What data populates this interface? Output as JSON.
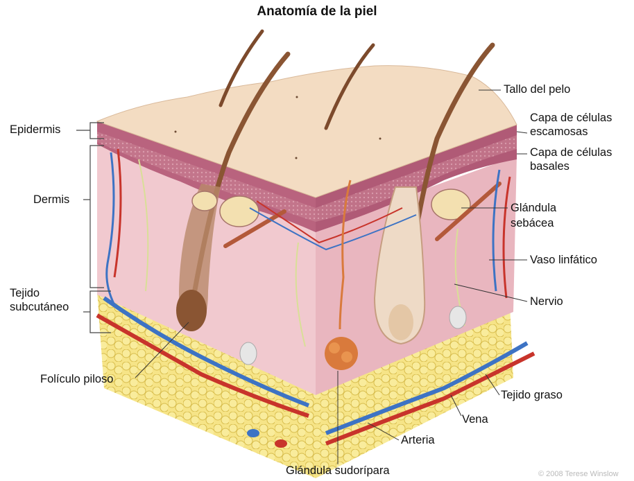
{
  "title": "Anatomía de la piel",
  "labels": {
    "epidermis": "Epidermis",
    "dermis": "Dermis",
    "subcutaneous_1": "Tejido",
    "subcutaneous_2": "subcutáneo",
    "hair_follicle": "Folículo piloso",
    "hair_shaft": "Tallo del pelo",
    "squamous_1": "Capa de células",
    "squamous_2": "escamosas",
    "basal_1": "Capa de células",
    "basal_2": "basales",
    "sebaceous_1": "Glándula",
    "sebaceous_2": "sebácea",
    "lymph_vessel": "Vaso linfático",
    "nerve": "Nervio",
    "fat_tissue": "Tejido graso",
    "vein": "Vena",
    "artery": "Arteria",
    "sweat_gland": "Glándula sudorípara"
  },
  "credit": "© 2008 Terese Winslow",
  "colors": {
    "surface": "#f3dcc2",
    "epidermis": "#b9637e",
    "dermis": "#f0c6cd",
    "dermis_side": "#e8b2bd",
    "fat": "#f5e27e",
    "hair": "#7c4a2c",
    "vein": "#3d73c4",
    "artery": "#c8342b",
    "nerve": "#e8ecb6",
    "gland": "#d97a3c"
  }
}
